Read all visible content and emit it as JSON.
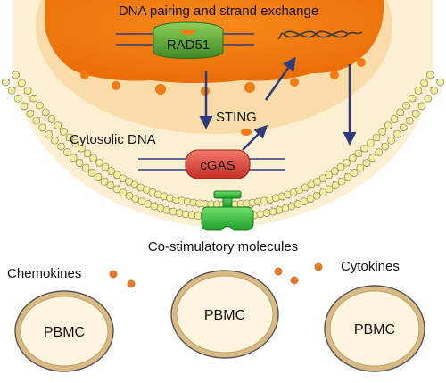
{
  "title": "DNA pairing and strand exchange",
  "labels": {
    "rad51": "RAD51",
    "sting": "STING",
    "cytosolic_dna": "Cytosolic DNA",
    "cgas": "cGAS",
    "costim": "Co-stimulatory molecules",
    "chemokines": "Chemokines",
    "cytokines": "Cytokines"
  },
  "cells": [
    "PBMC",
    "PBMC",
    "PBMC"
  ],
  "colors": {
    "nucleus": "#f07c12",
    "nucleus_rim": "#f9dca9",
    "cytoplasm": "#fdf0d2",
    "membrane_head": "#f6eda0",
    "rad51": "#5a9e2f",
    "cgas": "#e0453a",
    "receptor": "#3fbf3f",
    "arrow": "#2e3a80",
    "dot": "#e07a2a",
    "cell_outer": "#d9ba82",
    "cell_inner": "#fdf5df"
  }
}
